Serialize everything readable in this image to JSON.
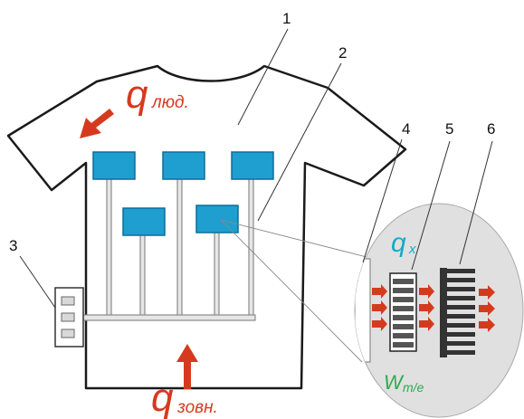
{
  "labels": {
    "callout_1": "1",
    "callout_2": "2",
    "callout_3": "3",
    "callout_4": "4",
    "callout_5": "5",
    "callout_6": "6"
  },
  "heat_human": {
    "symbol": "q",
    "subscript": "люд."
  },
  "heat_external": {
    "symbol": "q",
    "subscript": "зовн."
  },
  "heat_x": {
    "symbol": "q",
    "subscript": "x"
  },
  "power": {
    "symbol": "W",
    "subscript": "m/e"
  },
  "colors": {
    "module_fill": "#1f9fd0",
    "module_stroke": "#0b6f99",
    "arrow_red": "#d63a1e",
    "q_label_red": "#d63a1e",
    "qx_cyan": "#17a9c9",
    "w_green": "#2eaa4f",
    "outline": "#1a1a1a",
    "pipe_fill": "#e6e6e6",
    "pipe_stroke": "#8a8a8a"
  }
}
